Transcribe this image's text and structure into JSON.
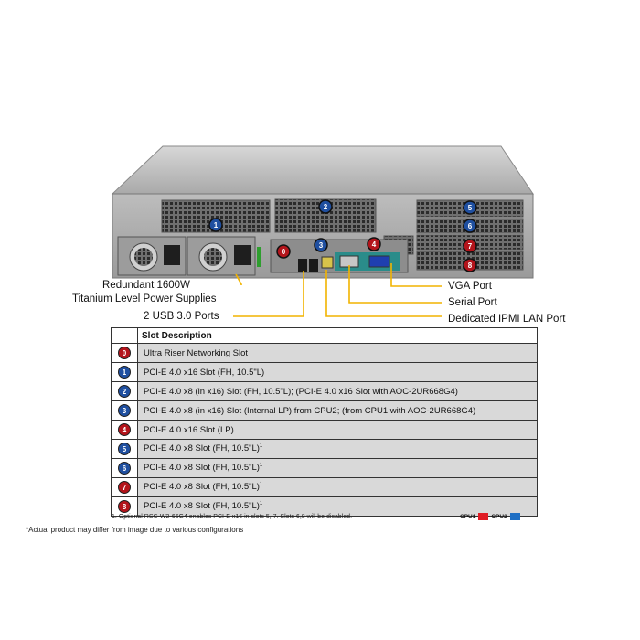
{
  "callouts": {
    "psu_line1": "Redundant 1600W",
    "psu_line2": "Titanium Level Power Supplies",
    "usb": "2 USB 3.0 Ports",
    "vga": "VGA Port",
    "serial": "Serial Port",
    "ipmi": "Dedicated IPMI LAN Port"
  },
  "table": {
    "header": "Slot Description",
    "rows": [
      {
        "num": "0",
        "color": "red",
        "desc": "Ultra Riser Networking Slot",
        "sup": ""
      },
      {
        "num": "1",
        "color": "blue",
        "desc": "PCI-E 4.0 x16 Slot (FH, 10.5\"L)",
        "sup": ""
      },
      {
        "num": "2",
        "color": "blue",
        "desc": "PCI-E 4.0 x8 (in x16) Slot (FH, 10.5\"L); (PCI-E 4.0 x16 Slot with AOC-2UR668G4)",
        "sup": ""
      },
      {
        "num": "3",
        "color": "blue",
        "desc": "PCI-E 4.0 x8 (in x16) Slot (Internal LP) from CPU2; (from CPU1 with AOC-2UR668G4)",
        "sup": ""
      },
      {
        "num": "4",
        "color": "red",
        "desc": "PCI-E 4.0 x16 Slot (LP)",
        "sup": ""
      },
      {
        "num": "5",
        "color": "blue",
        "desc": "PCI-E 4.0 x8 Slot (FH, 10.5\"L)",
        "sup": "1"
      },
      {
        "num": "6",
        "color": "blue",
        "desc": "PCI-E 4.0 x8 Slot (FH, 10.5\"L)",
        "sup": "1"
      },
      {
        "num": "7",
        "color": "red",
        "desc": "PCI-E 4.0 x8 Slot (FH, 10.5\"L)",
        "sup": "1"
      },
      {
        "num": "8",
        "color": "red",
        "desc": "PCI-E 4.0 x8 Slot (FH, 10.5\"L)",
        "sup": "1"
      }
    ]
  },
  "footnote": "1. Optional  RSC-W2-66G4 enables  PCI-E x16 in slots 5, 7.  Slots 6,8 will be disabled.",
  "legend": {
    "cpu1": "CPU1",
    "cpu2": "CPU2",
    "cpu1_color": "#e01b24",
    "cpu2_color": "#1f6fc4"
  },
  "disclaimer": "*Actual product may differ from image due to various configurations",
  "chassis_badges": {
    "b0": "0",
    "b1": "1",
    "b2": "2",
    "b3": "3",
    "b4": "4",
    "b5": "5",
    "b6": "6",
    "b7": "7",
    "b8": "8"
  },
  "colors": {
    "badge_red": "#b3141b",
    "badge_blue": "#1f4fa0",
    "callout_line": "#f2b400"
  }
}
